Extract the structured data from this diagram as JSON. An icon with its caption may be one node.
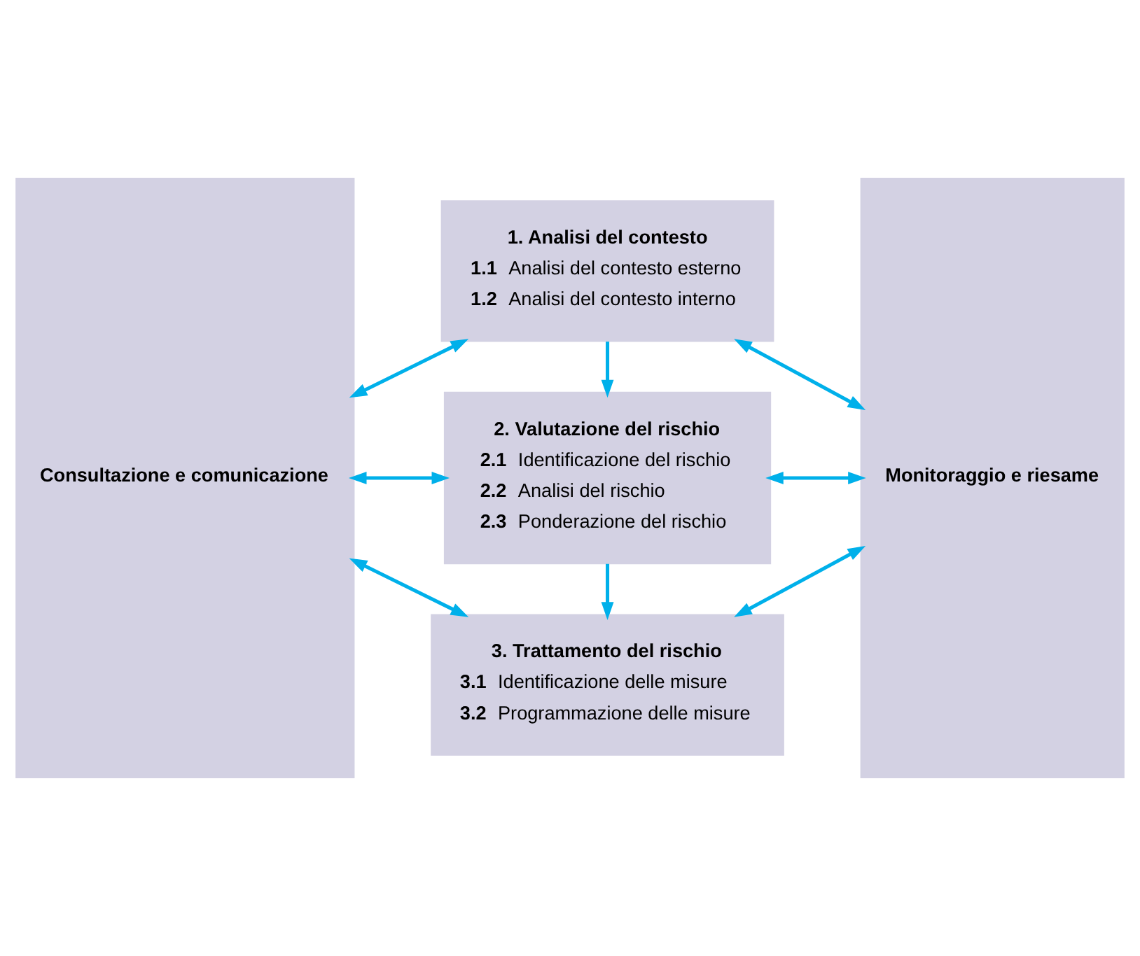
{
  "diagram": {
    "nodes": [
      {
        "text": [
          "Consultazione e comunicazione"
        ]
      },
      {
        "text": [
          "1. Analisi del contesto",
          "1.1 Analisi del contesto esterno",
          "1.2 Analisi del contesto interno"
        ]
      },
      {
        "text": [
          "2. Valutazione del rischio",
          "2.1 Identificazione del rischio",
          "2.2 Analisi del rischio",
          "2.3 Ponderazione del rischio"
        ]
      },
      {
        "text": [
          "3. Trattamento del rischio",
          "3.1 Identificazione delle misure",
          "3.2 Programmazione delle misure"
        ]
      },
      {
        "text": [
          "Monitoraggio e riesame"
        ]
      }
    ],
    "edges": [
      {
        "from": 0,
        "to": 1,
        "arrow": "both"
      },
      {
        "from": 1,
        "to": 4,
        "arrow": "both"
      },
      {
        "from": 1,
        "to": 2,
        "arrow": "to"
      },
      {
        "from": 0,
        "to": 2,
        "arrow": "both"
      },
      {
        "from": 2,
        "to": 4,
        "arrow": "both"
      },
      {
        "from": 2,
        "to": 3,
        "arrow": "to"
      },
      {
        "from": 0,
        "to": 3,
        "arrow": "both"
      },
      {
        "from": 3,
        "to": 4,
        "arrow": "both"
      }
    ]
  }
}
